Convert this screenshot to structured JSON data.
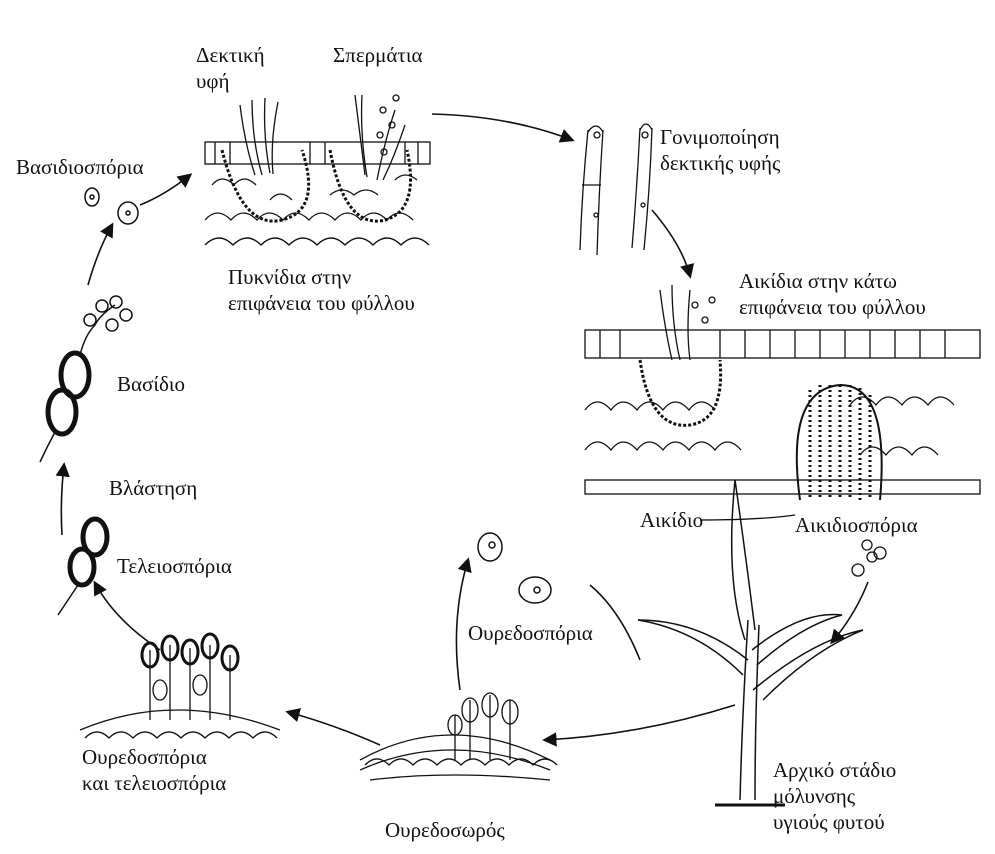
{
  "labels": {
    "receptive_hypha": "Δεκτική\nυφή",
    "spermatia": "Σπερμάτια",
    "fertilization": "Γονιμοποίηση\nδεκτικής υφής",
    "basidiospores": "Βασιδιοσπόρια",
    "pycnidia": "Πυκνίδια στην\nεπιφάνεια του φύλλου",
    "aecia_leaf": "Αικίδια στην κάτω\nεπιφάνεια του φύλλου",
    "basidium": "Βασίδιο",
    "germination": "Βλάστηση",
    "aecium": "Αικίδιο",
    "aeciospores": "Αικιδιοσπόρια",
    "teliospores": "Τελειοσπόρια",
    "urediniospores": "Ουρεδοσπόρια",
    "uredinio_telio": "Ουρεδοσπόρια\nκαι τελειοσπόρια",
    "uredinium": "Ουρεδοσωρός",
    "initial_infection": "Αρχικό στάδιο\nμόλυνσης\nυγιούς φυτού"
  },
  "colors": {
    "ink": "#111111",
    "paper": "#ffffff"
  }
}
